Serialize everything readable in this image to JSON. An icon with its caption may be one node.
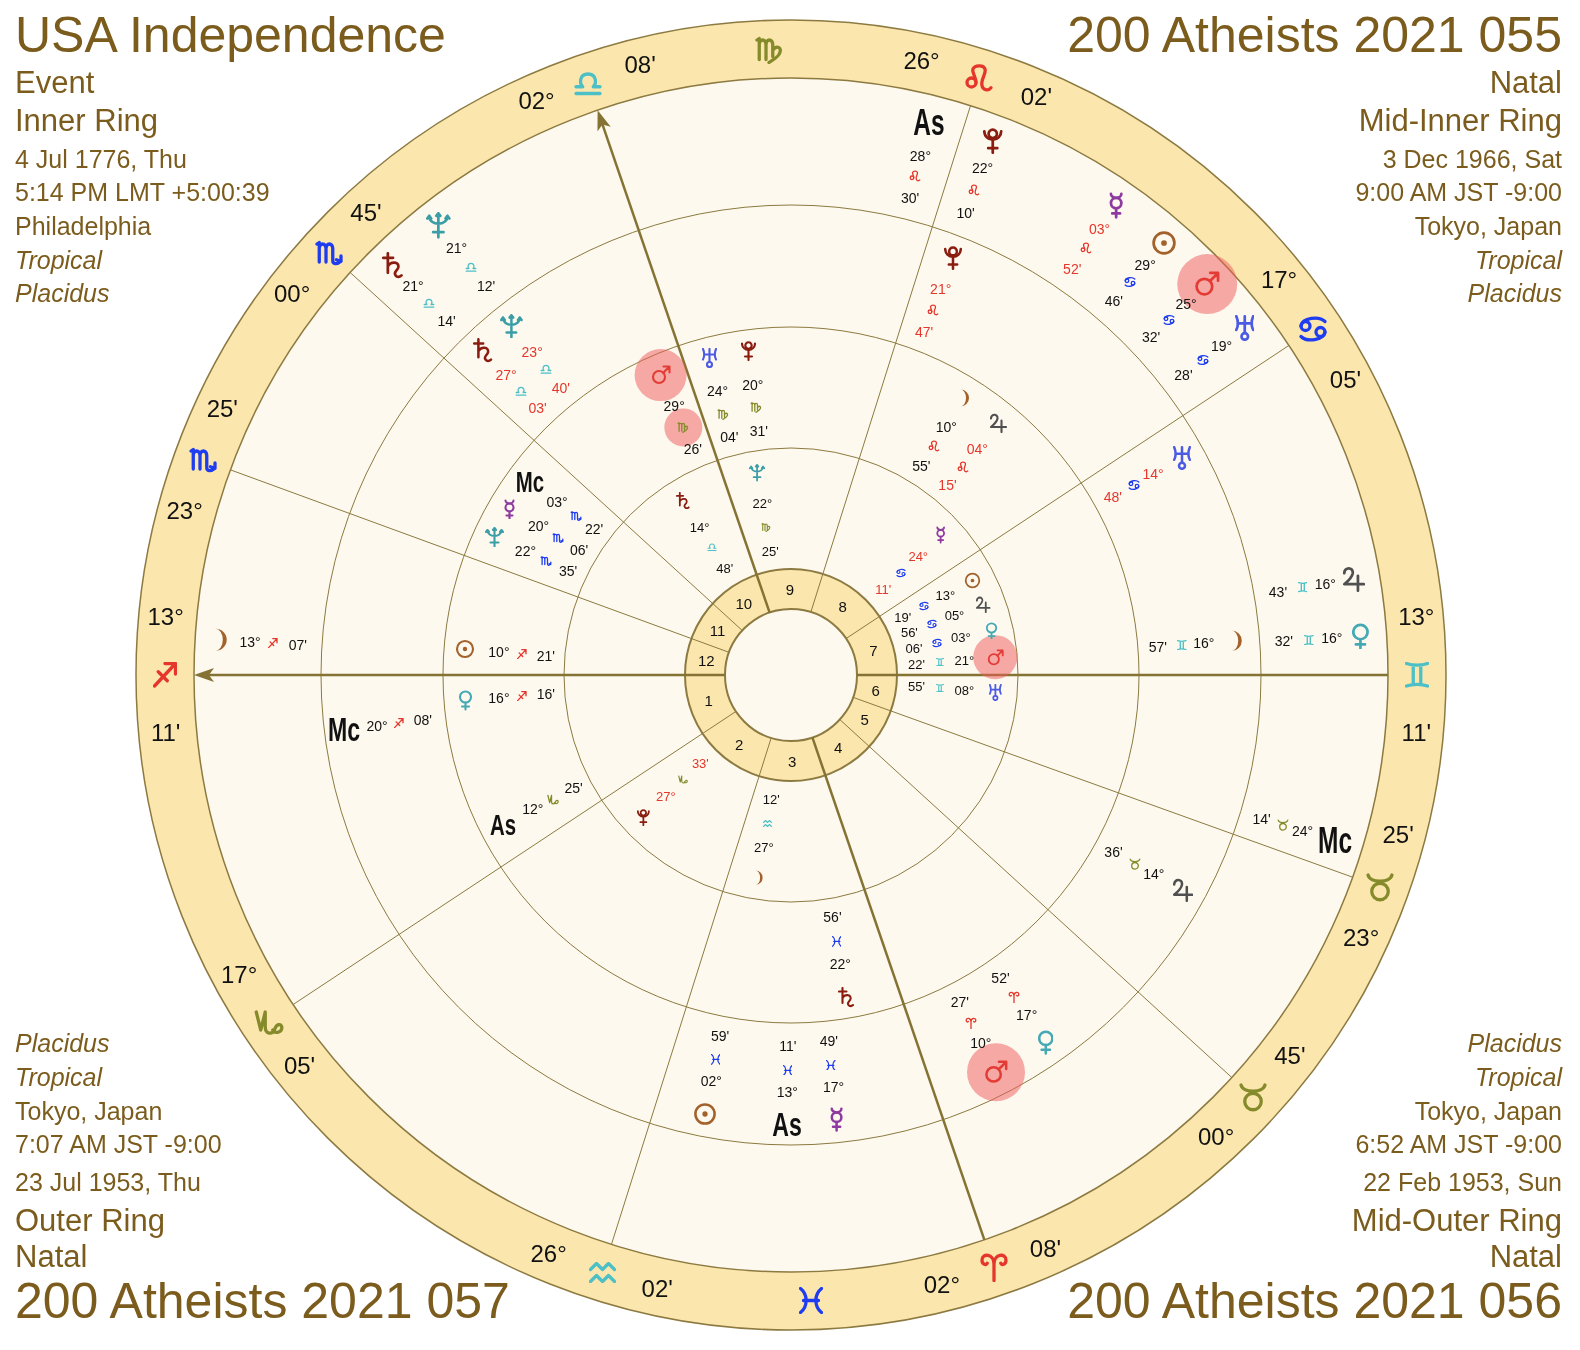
{
  "diagram": {
    "labels": [
      "USA Independence",
      "Event",
      "Inner Ring",
      "4 Jul 1776, Thu",
      "5:14 PM LMT +5:00:39",
      "Philadelphia",
      "Tropical",
      "Placidus",
      "200 Atheists 2021 055",
      "Natal",
      "Mid-Inner Ring",
      "3 Dec 1966, Sat",
      "9:00 AM JST -9:00",
      "Tokyo, Japan",
      "Tropical",
      "Placidus",
      "13°",
      "11'",
      "17°",
      "05'",
      "26°",
      "02'",
      "02°",
      "08'",
      "00°",
      "45'",
      "23°",
      "25'",
      "13°",
      "11'",
      "17°",
      "05'",
      "26°",
      "02'",
      "02°",
      "08'",
      "00°",
      "45'",
      "23°",
      "25'",
      "1",
      "2",
      "3",
      "4",
      "5",
      "6",
      "7",
      "8",
      "9",
      "10",
      "11",
      "12",
      "14°",
      "48'",
      "22°",
      "25'",
      "24°",
      "11'",
      "13°",
      "19'",
      "05°",
      "56'",
      "03°",
      "06'",
      "21°",
      "22'",
      "08°",
      "55'",
      "27°",
      "12'",
      "27°",
      "33'",
      "Mc",
      "03°",
      "22'",
      "20°",
      "06'",
      "22°",
      "35'",
      "10°",
      "21'",
      "16°",
      "16'",
      "As",
      "12°",
      "25'",
      "22°",
      "56'",
      "10°",
      "55'",
      "04°",
      "15'",
      "20°",
      "31'",
      "24°",
      "04'",
      "29°",
      "26'",
      "23°",
      "40'",
      "27°",
      "03'",
      "Mc",
      "20°",
      "08'",
      "02°",
      "59'",
      "As",
      "13°",
      "11'",
      "17°",
      "49'",
      "10°",
      "27'",
      "17°",
      "52'",
      "14°",
      "36'",
      "16°",
      "57'",
      "14°",
      "48'",
      "21°",
      "47'",
      "21°",
      "12'",
      "21°",
      "14'",
      "13°",
      "07'",
      "As",
      "28°",
      "30'",
      "22°",
      "10'",
      "03°",
      "52'",
      "29°",
      "46'",
      "25°",
      "32'",
      "19°",
      "28'",
      "16°",
      "43'",
      "16°",
      "32'",
      "Mc",
      "24°",
      "14'",
      "Placidus",
      "Tropical",
      "Tokyo, Japan",
      "7:07 AM JST -9:00",
      "23 Jul 1953, Thu",
      "Outer Ring",
      "Natal",
      "200 Atheists 2021 057",
      "Placidus",
      "Tropical",
      "Tokyo, Japan",
      "6:52 AM JST -9:00",
      "22 Feb 1953, Sun",
      "Mid-Outer Ring",
      "Natal",
      "200 Atheists 2021 056"
    ]
  }
}
